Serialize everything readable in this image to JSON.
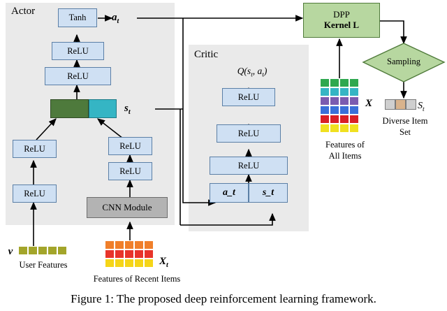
{
  "figure": {
    "caption": "Figure 1: The proposed deep reinforcement learning framework."
  },
  "panels": {
    "actor": {
      "label": "Actor"
    },
    "critic": {
      "label": "Critic"
    }
  },
  "actor": {
    "tanh": "Tanh",
    "relu_top": "ReLU",
    "relu_second": "ReLU",
    "relu_left_upper": "ReLU",
    "relu_left_lower": "ReLU",
    "relu_right_upper": "ReLU",
    "relu_right_lower": "ReLU",
    "cnn": "CNN Module",
    "action_label": "a_t",
    "state_label": "s_t"
  },
  "critic": {
    "q_label": "Q(s_t, a_t)",
    "relu_1": "ReLU",
    "relu_2": "ReLU",
    "relu_3": "ReLU",
    "input_a": "a_t",
    "input_s": "s_t"
  },
  "dpp": {
    "line1": "DPP",
    "line2": "Kernel L"
  },
  "sampling": {
    "label": "Sampling"
  },
  "features_all": {
    "label_line1": "Features of",
    "label_line2": "All Items",
    "matrix_symbol": "X",
    "rows": [
      [
        "#2fa84f",
        "#2fa84f",
        "#2fa84f",
        "#2fa84f"
      ],
      [
        "#35b5c4",
        "#35b5c4",
        "#35b5c4",
        "#35b5c4"
      ],
      [
        "#7b5bb0",
        "#7b5bb0",
        "#7b5bb0",
        "#7b5bb0"
      ],
      [
        "#3a6fd8",
        "#3a6fd8",
        "#3a6fd8",
        "#3a6fd8"
      ],
      [
        "#d91f26",
        "#d91f26",
        "#d91f26",
        "#d91f26"
      ],
      [
        "#f0e020",
        "#f0e020",
        "#f0e020",
        "#f0e020"
      ]
    ]
  },
  "diverse_set": {
    "label_line1": "Diverse Item",
    "label_line2": "Set",
    "symbol": "S_t",
    "cells": [
      "#cfcfcf",
      "#d9b38c",
      "#cfcfcf"
    ]
  },
  "user_features": {
    "symbol": "v",
    "label": "User Features",
    "cells": [
      "#a3a52a",
      "#a3a52a",
      "#a3a52a",
      "#a3a52a",
      "#a3a52a"
    ]
  },
  "recent_items": {
    "symbol": "X_t",
    "label": "Features of Recent Items",
    "rows": [
      [
        "#f07f2a",
        "#f07f2a",
        "#f07f2a",
        "#f07f2a",
        "#f07f2a"
      ],
      [
        "#e8342a",
        "#e8342a",
        "#e8342a",
        "#e8342a",
        "#e8342a"
      ],
      [
        "#f5d518",
        "#f5d518",
        "#f5d518",
        "#f5d518",
        "#f5d518"
      ]
    ]
  },
  "colors": {
    "panel_bg": "#eaeaea",
    "box_blue": "#cfe0f3",
    "box_blue_border": "#5b7fa6",
    "box_gray": "#b3b3b3",
    "green": "#b7d7a0",
    "state_green": "#4e7a3c",
    "state_cyan": "#35b5c4"
  }
}
